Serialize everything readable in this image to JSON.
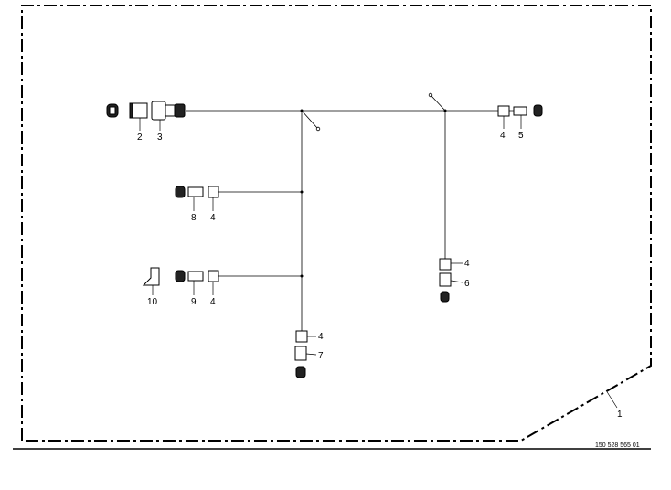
{
  "diagram": {
    "drawing_number": "150 528 565 01",
    "callouts": {
      "c1": "1",
      "c2": "2",
      "c3": "3",
      "c4a": "4",
      "c5": "5",
      "c8": "8",
      "c4b": "4",
      "c10": "10",
      "c9": "9",
      "c4c": "4",
      "c4d": "4",
      "c6": "6",
      "c4e": "4",
      "c7": "7"
    }
  }
}
